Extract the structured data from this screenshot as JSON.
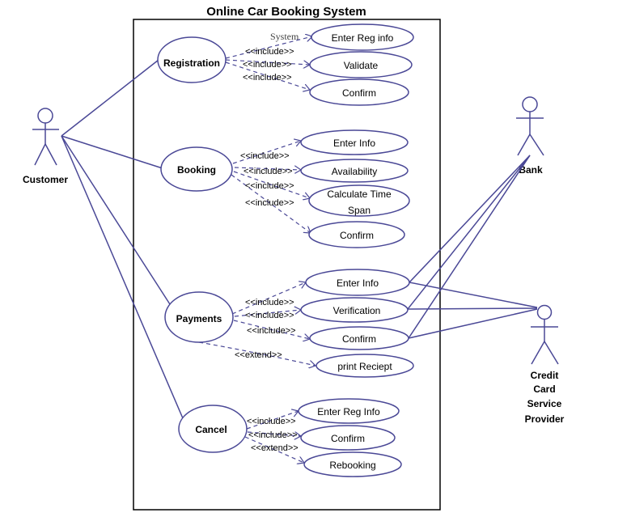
{
  "title": "Online  Car Booking  System",
  "system_label": "System",
  "actors": {
    "customer": "Customer",
    "bank": "Bank",
    "provider": [
      "Credit",
      "Card",
      "Service",
      "Provider"
    ]
  },
  "use_cases": {
    "registration": "Registration",
    "booking": "Booking",
    "payments": "Payments",
    "cancel": "Cancel",
    "enter_reg_info": "Enter Reg info",
    "validate": "Validate",
    "confirm_reg": "Confirm",
    "enter_info_booking": "Enter Info",
    "availability": "Availability",
    "calc_time_1": "Calculate  Time",
    "calc_time_2": "Span",
    "confirm_booking": "Confirm",
    "enter_info_pay": "Enter Info",
    "verification": "Verification",
    "confirm_pay": "Confirm",
    "print_receipt": "print  Reciept",
    "enter_reg_info_cancel": "Enter Reg Info",
    "confirm_cancel": "Confirm",
    "rebooking": "Rebooking"
  },
  "relations": {
    "include": "<<include>>",
    "extend": "<<extend>>"
  }
}
